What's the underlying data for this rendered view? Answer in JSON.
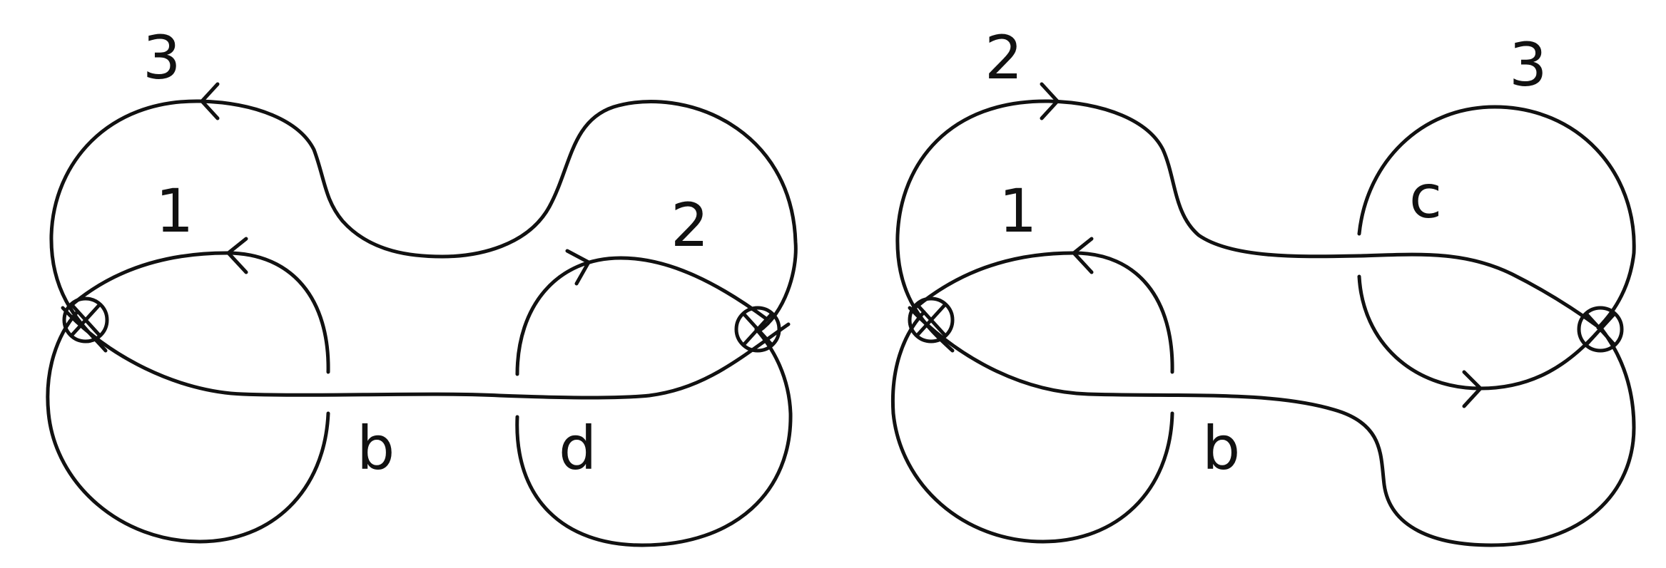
{
  "diagram": {
    "left": {
      "labels": {
        "component_3": "3",
        "component_1": "1",
        "component_2": "2",
        "arc_b": "b",
        "arc_d": "d"
      }
    },
    "right": {
      "labels": {
        "component_2": "2",
        "component_3": "3",
        "component_1": "1",
        "arc_b": "b",
        "arc_c": "c"
      }
    },
    "stroke_color": "#111111",
    "background": "#ffffff"
  }
}
